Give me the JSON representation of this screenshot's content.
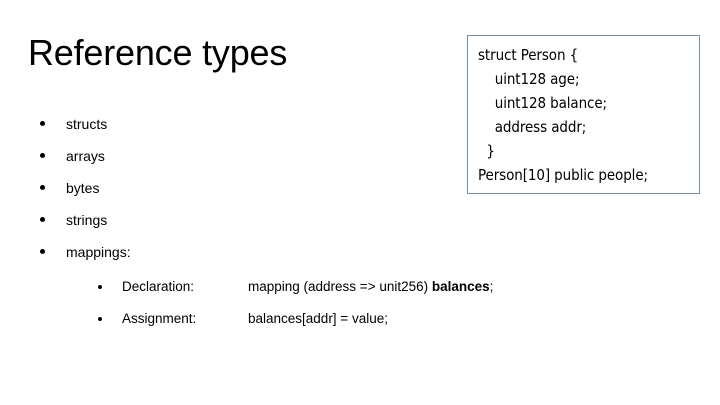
{
  "slide": {
    "title": "Reference types",
    "background_color": "#ffffff",
    "text_color": "#000000"
  },
  "bullets": [
    {
      "label": "structs"
    },
    {
      "label": "arrays"
    },
    {
      "label": "bytes"
    },
    {
      "label": "strings"
    },
    {
      "label": "mappings:"
    }
  ],
  "sub_bullets": [
    {
      "label": "Declaration:",
      "value_prefix": "mapping (address => unit256)  ",
      "value_bold": "balances",
      "value_suffix": ";"
    },
    {
      "label": "Assignment:",
      "value_prefix": "balances[addr] = value;",
      "value_bold": "",
      "value_suffix": ""
    }
  ],
  "code_box": {
    "border_color": "#7593a6",
    "lines": [
      "struct Person {",
      "    uint128 age;",
      "    uint128 balance;",
      "    address addr;",
      "  }",
      "Person[10] public people;"
    ]
  }
}
